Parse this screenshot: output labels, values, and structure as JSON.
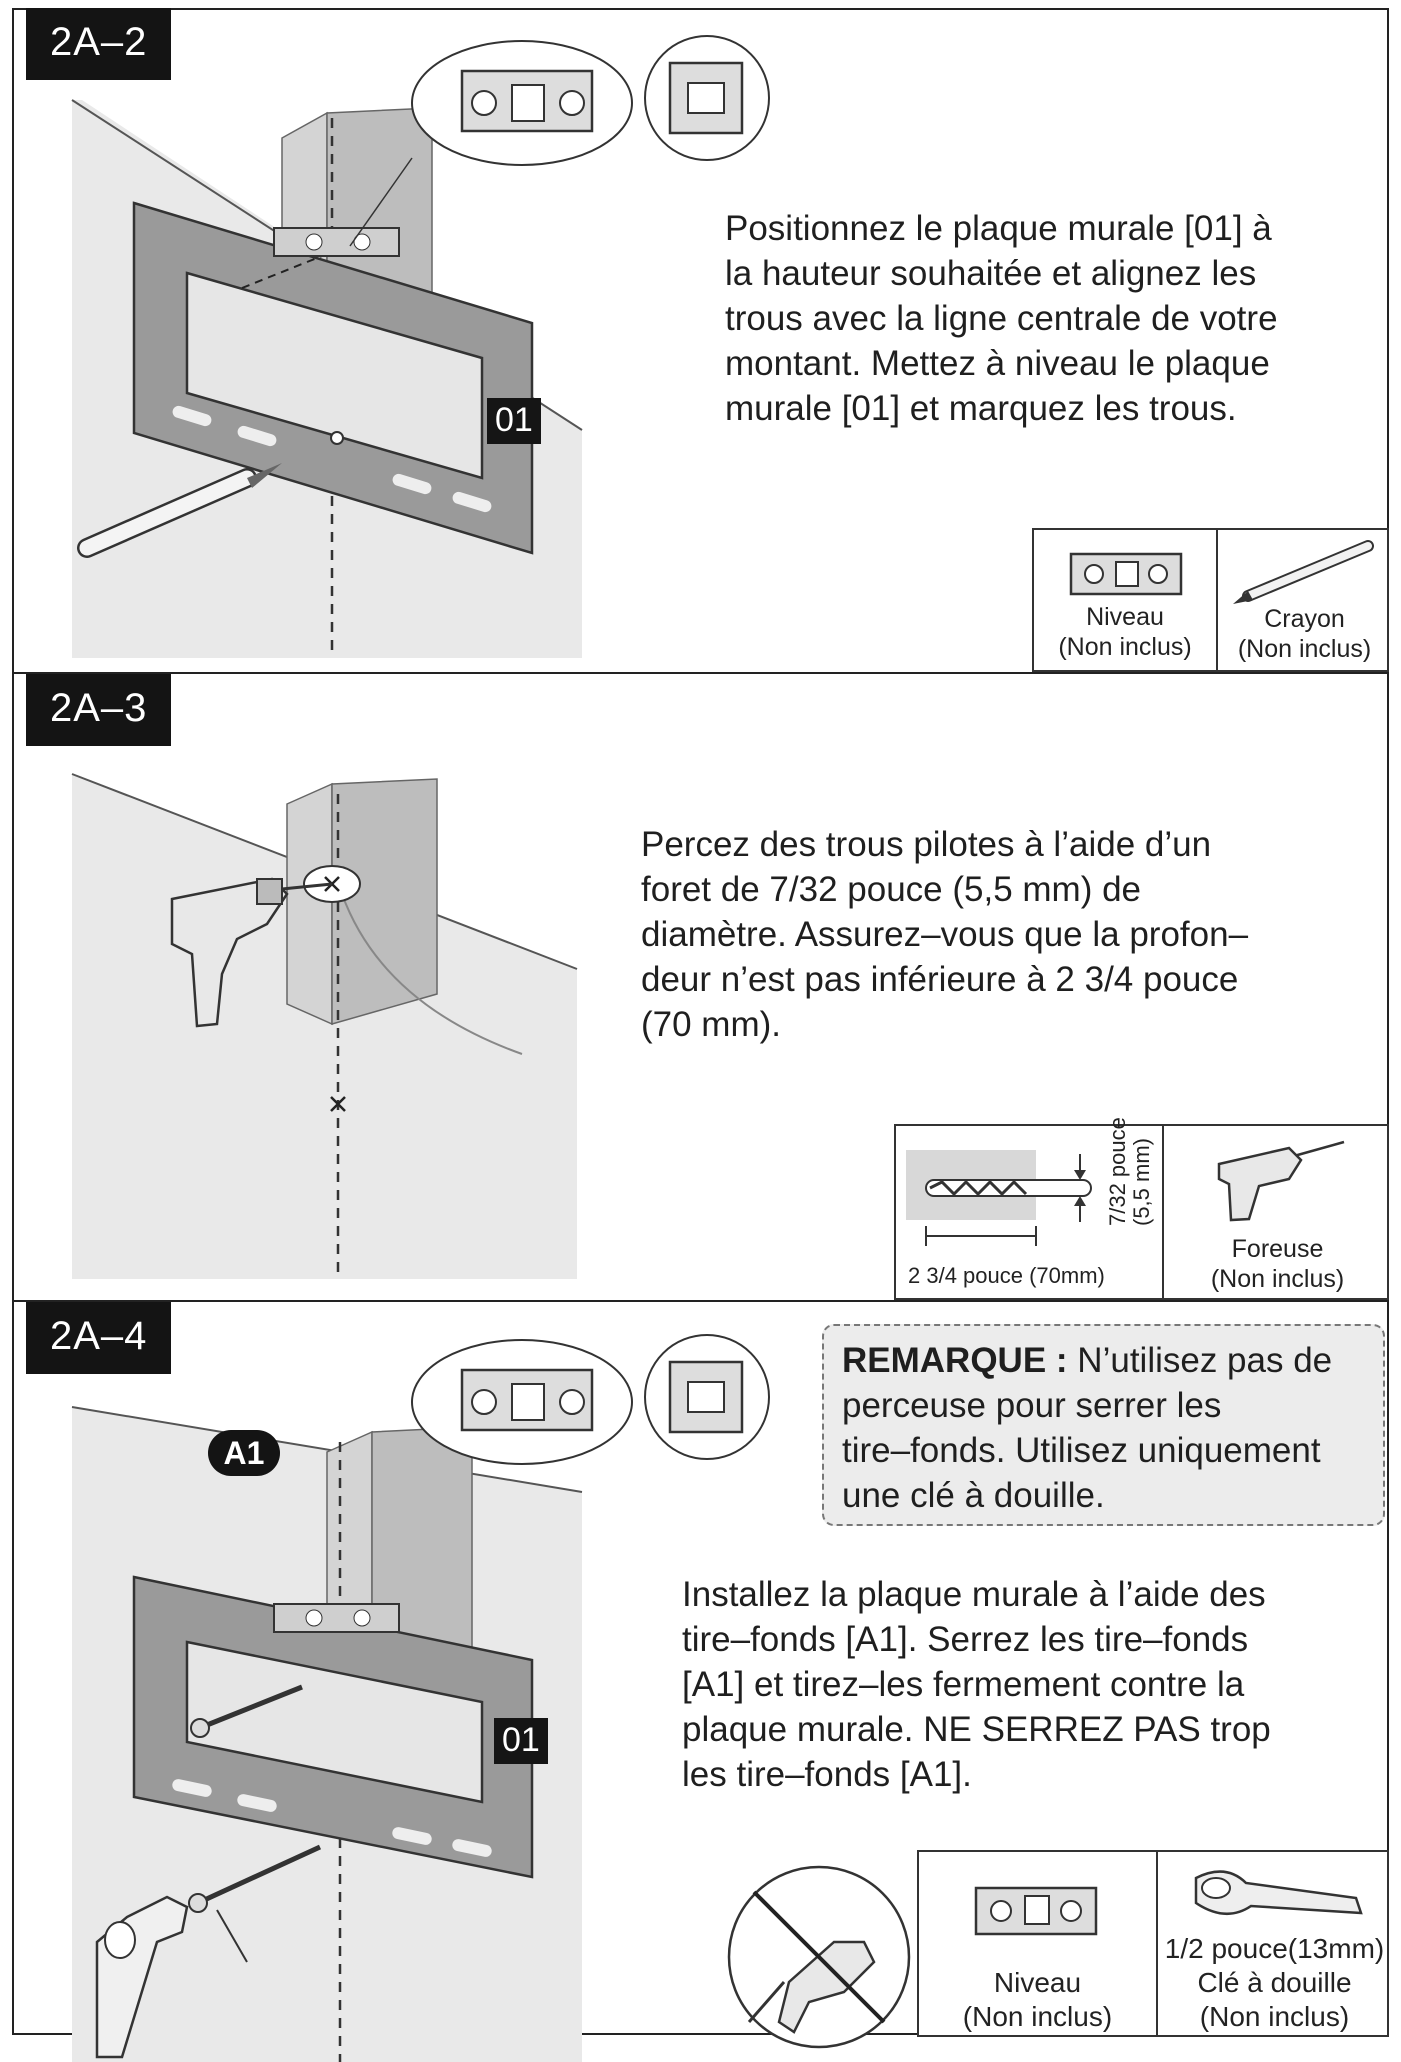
{
  "sections": [
    {
      "step": "2A–2",
      "text": [
        "Positionnez le plaque murale [01] à",
        "la hauteur souhaitée et alignez les",
        "trous avec la ligne centrale de votre",
        "montant. Mettez à niveau le plaque",
        "murale [01] et marquez les trous."
      ],
      "part_label": "01",
      "tools": [
        {
          "icon": "level-icon",
          "name": "Niveau",
          "note": "(Non inclus)"
        },
        {
          "icon": "pencil-icon",
          "name": "Crayon",
          "note": "(Non inclus)"
        }
      ]
    },
    {
      "step": "2A–3",
      "text": [
        "Percez des trous pilotes à l’aide d’un",
        "foret de 7/32 pouce (5,5 mm) de",
        "diamètre. Assurez–vous que la profon–",
        "deur n’est pas inférieure à 2 3/4 pouce",
        "(70 mm)."
      ],
      "drill_bit": {
        "depth_label": "2 3/4 pouce (70mm)",
        "diameter_label_1": "7/32 pouce",
        "diameter_label_2": "(5,5 mm)"
      },
      "tools": [
        {
          "icon": "drill-icon",
          "name": "Foreuse",
          "note": "(Non inclus)"
        }
      ]
    },
    {
      "step": "2A–4",
      "note": {
        "heading": "REMARQUE :",
        "lines": [
          "N’utilisez pas de",
          "perceuse pour serrer les",
          "tire–fonds. Utilisez uniquement",
          "une clé à douille."
        ]
      },
      "text": [
        "Installez la plaque murale à l’aide des",
        "tire–fonds [A1]. Serrez les tire–fonds",
        "[A1] et tirez–les fermement contre la",
        "plaque murale. NE SERREZ PAS trop",
        "les tire–fonds [A1]."
      ],
      "part_label": "01",
      "screw_label": "A1",
      "tools": [
        {
          "icon": "level-icon",
          "name": "Niveau",
          "note": "(Non inclus)"
        },
        {
          "icon": "socket-wrench-icon",
          "name_line1": "1/2 pouce(13mm)",
          "name": "Clé à douille",
          "note": "(Non inclus)"
        }
      ]
    }
  ]
}
